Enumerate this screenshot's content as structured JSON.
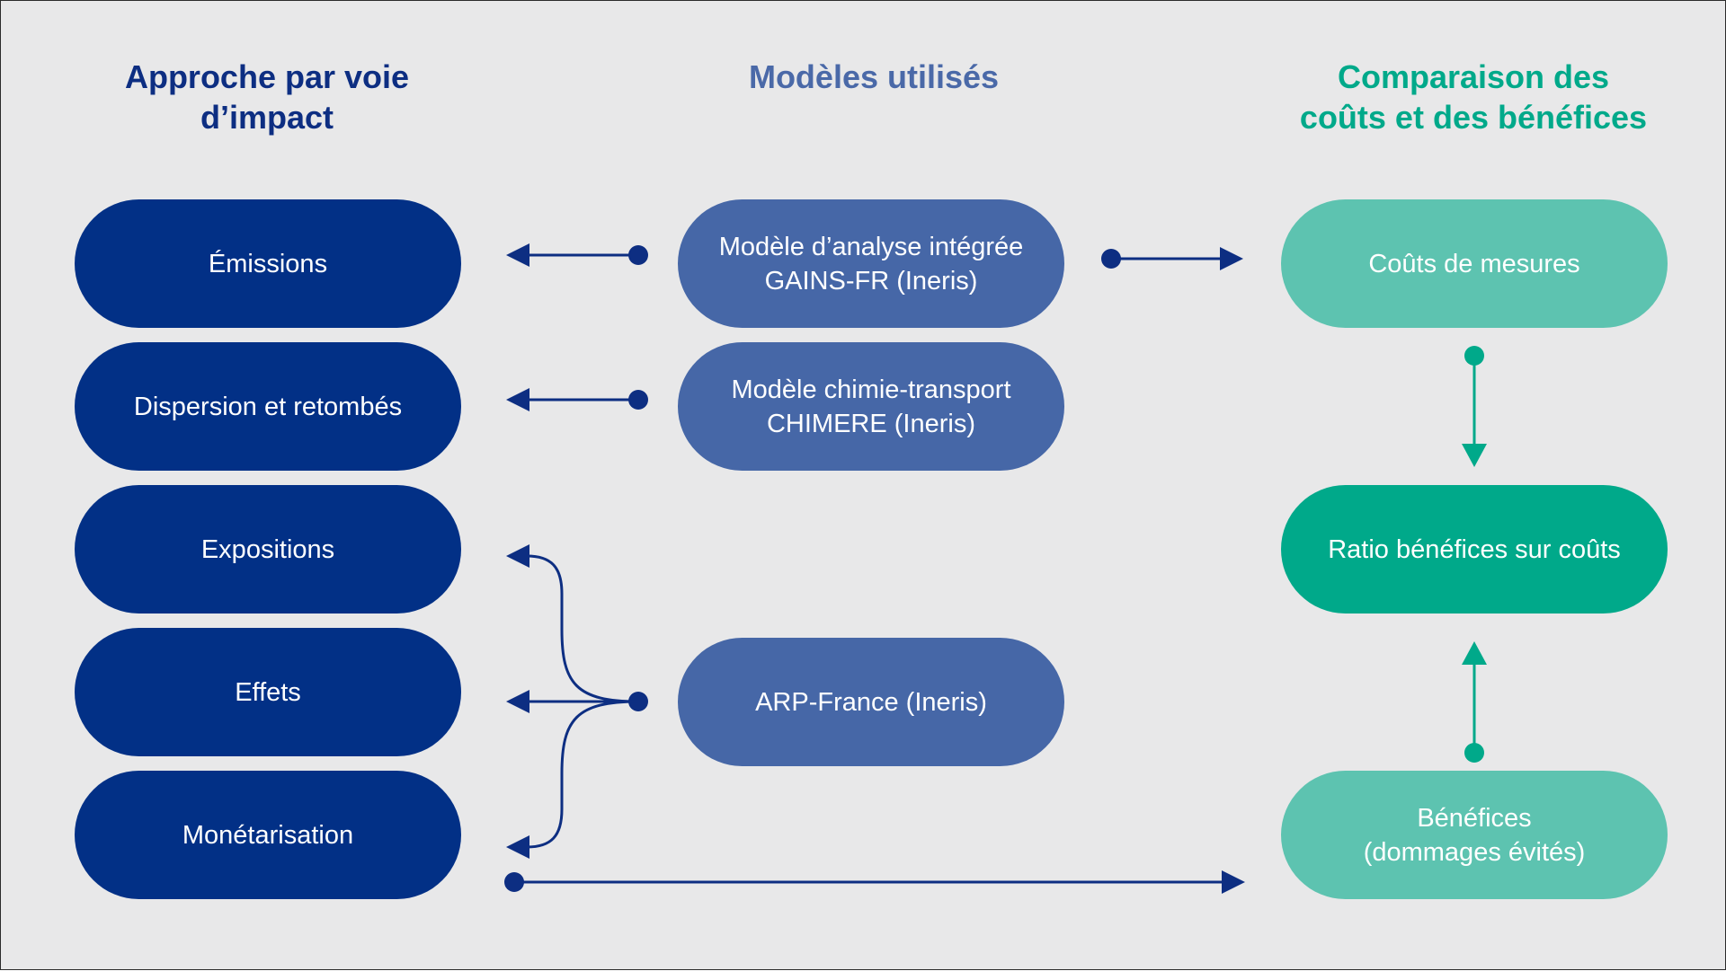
{
  "columns": {
    "left_title": "Approche par voie\nd’impact",
    "middle_title": "Modèles utilisés",
    "right_title": "Comparaison des\ncoûts et des bénéfices"
  },
  "impact_steps": [
    "Émissions",
    "Dispersion et retombés",
    "Expositions",
    "Effets",
    "Monétarisation"
  ],
  "models": [
    "Modèle d’analyse intégrée\nGAINS-FR (Ineris)",
    "Modèle chimie-transport\nCHIMERE (Ineris)",
    "ARP-France (Ineris)"
  ],
  "comparison": {
    "costs": "Coûts de mesures",
    "ratio": "Ratio bénéfices sur coûts",
    "benefits": "Bénéfices\n(dommages évités)"
  },
  "colors": {
    "background": "#e8e8e9",
    "navy": "#023086",
    "steel_blue": "#4667a7",
    "mint": "#5dc3b0",
    "teal": "#00a98a",
    "arrow_navy": "#0d2e82",
    "arrow_teal": "#00a98a"
  }
}
